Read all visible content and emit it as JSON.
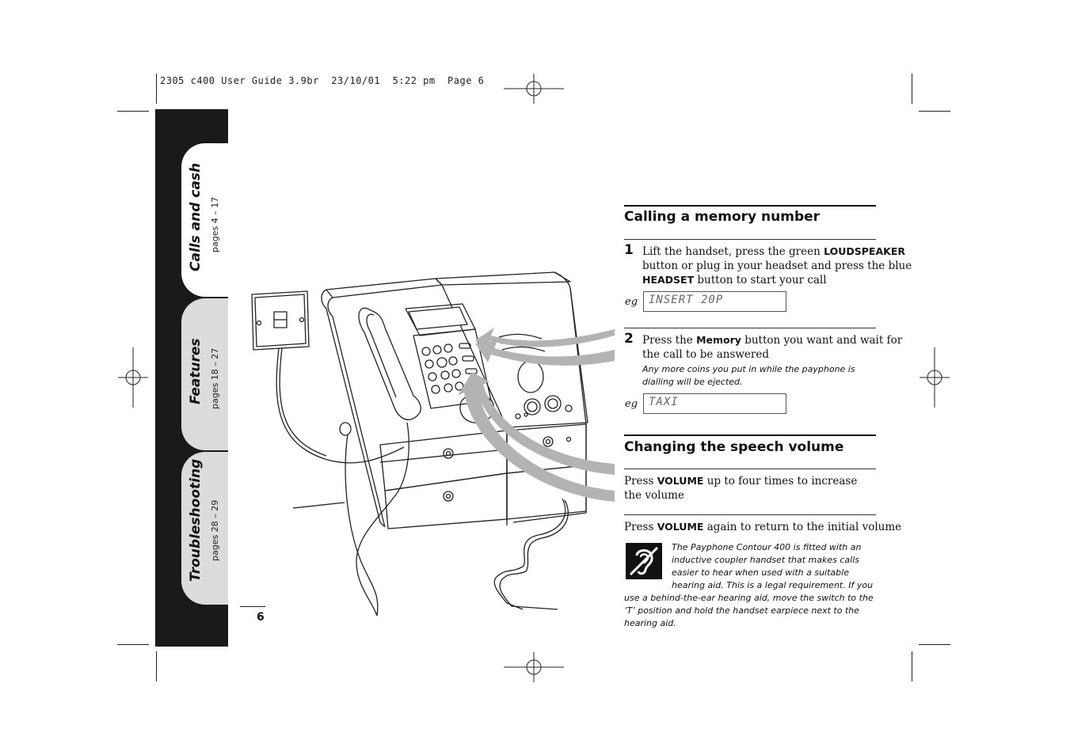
{
  "slug_line": "2305 c400 User Guide 3.9br  23/10/01  5:22 pm  Page 6",
  "page_number": "6",
  "sidebar": {
    "tabs": [
      {
        "title": "Calls and cash",
        "pages": "pages 4 – 17",
        "active": true
      },
      {
        "title": "Features",
        "pages": "pages 18 – 27",
        "active": false
      },
      {
        "title": "Troubleshooting",
        "pages": "pages 28 – 29",
        "active": false
      }
    ]
  },
  "section1": {
    "heading": "Calling a memory number",
    "step1": {
      "number": "1",
      "t1": "Lift the handset, press the green ",
      "b1": "LOUDSPEAKER",
      "t2": "button or plug in your headset and press the blue",
      "b2": "HEADSET",
      "t3": " button to start your call",
      "eg": "eg",
      "display": "INSERT 20P"
    },
    "step2": {
      "number": "2",
      "t1": "Press the ",
      "b1": "Memory",
      "t2": " button you want and wait for",
      "t3": "the call to be answered",
      "note": "Any more coins you put in while the payphone is dialling will be ejected.",
      "eg": "eg",
      "display": "TAXI"
    }
  },
  "section2": {
    "heading": "Changing the speech volume",
    "p1": {
      "t1": "Press ",
      "b1": "VOLUME",
      "t2": " up to four times to increase the volume"
    },
    "p2": {
      "t1": "Press ",
      "b1": "VOLUME",
      "t2": " again to return to the initial volume"
    },
    "note": "The Payphone Contour 400 is fitted with an inductive coupler handset that makes calls easier to hear when used with a suitable hearing aid. This is a legal requirement. If you use a behind-the-ear hearing aid, move the switch to the ‘T’ position and hold the handset earpiece next to the hearing aid."
  },
  "colors": {
    "sidebar": "#1a1a1a",
    "tab_inactive": "#dcdcdc",
    "arrow": "#b3b3b3"
  }
}
